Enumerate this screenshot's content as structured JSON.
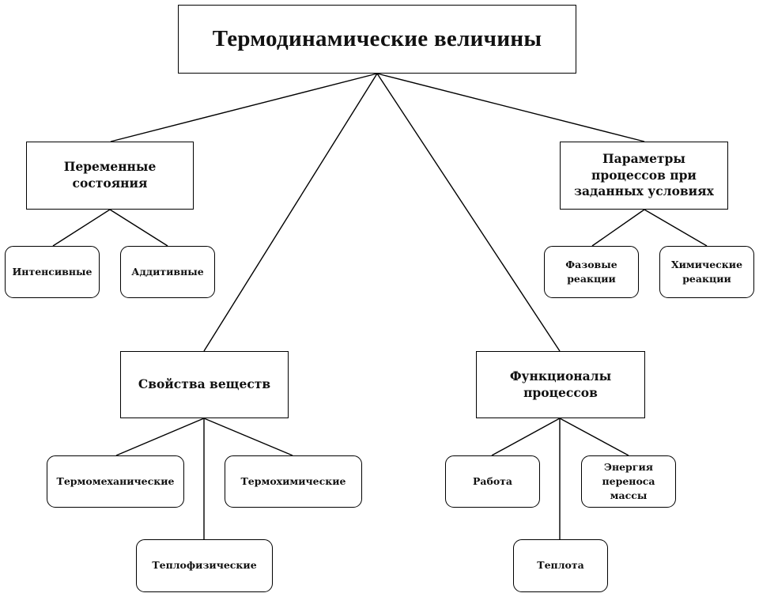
{
  "diagram": {
    "root": {
      "label": "Термодинамические  величины"
    },
    "categories": [
      {
        "id": "state-variables",
        "label": "Переменные\nсостояния",
        "children": [
          "Интенсивные",
          "Аддитивные"
        ]
      },
      {
        "id": "process-parameters",
        "label": "Параметры\nпроцессов при\nзаданных условиях",
        "children": [
          "Фазовые\nреакции",
          "Химические\nреакции"
        ]
      },
      {
        "id": "substance-properties",
        "label": "Свойства веществ",
        "children": [
          "Термомеханические",
          "Термохимические",
          "Теплофизические"
        ]
      },
      {
        "id": "process-functionals",
        "label": "Функционалы\nпроцессов",
        "children": [
          "Работа",
          "Энергия\nпереноса\nмассы",
          "Теплота"
        ]
      }
    ]
  }
}
